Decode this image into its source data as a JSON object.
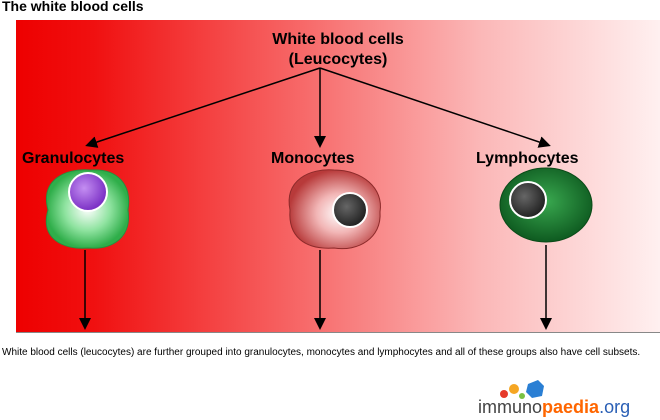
{
  "page": {
    "title": "The white blood cells"
  },
  "diagram": {
    "root": {
      "line1": "White blood cells",
      "line2": "(Leucocytes)"
    },
    "groups": [
      {
        "label": "Granulocytes",
        "cell_color": "#3fbf5a",
        "nucleus_color": "#8a3fd1"
      },
      {
        "label": "Monocytes",
        "cell_color": "#e07c7c",
        "nucleus_color": "#333333"
      },
      {
        "label": "Lymphocytes",
        "cell_color": "#1d7a2e",
        "nucleus_color": "#333333"
      }
    ],
    "gradient_colors": [
      "#ee0000",
      "#fff0f0"
    ]
  },
  "caption": "White blood cells (leucocytes) are further grouped into granulocytes, monocytes and lymphocytes and all of these groups also have cell subsets.",
  "logo": {
    "part1": "immuno",
    "part2": "paedia",
    "part3": ".org"
  }
}
